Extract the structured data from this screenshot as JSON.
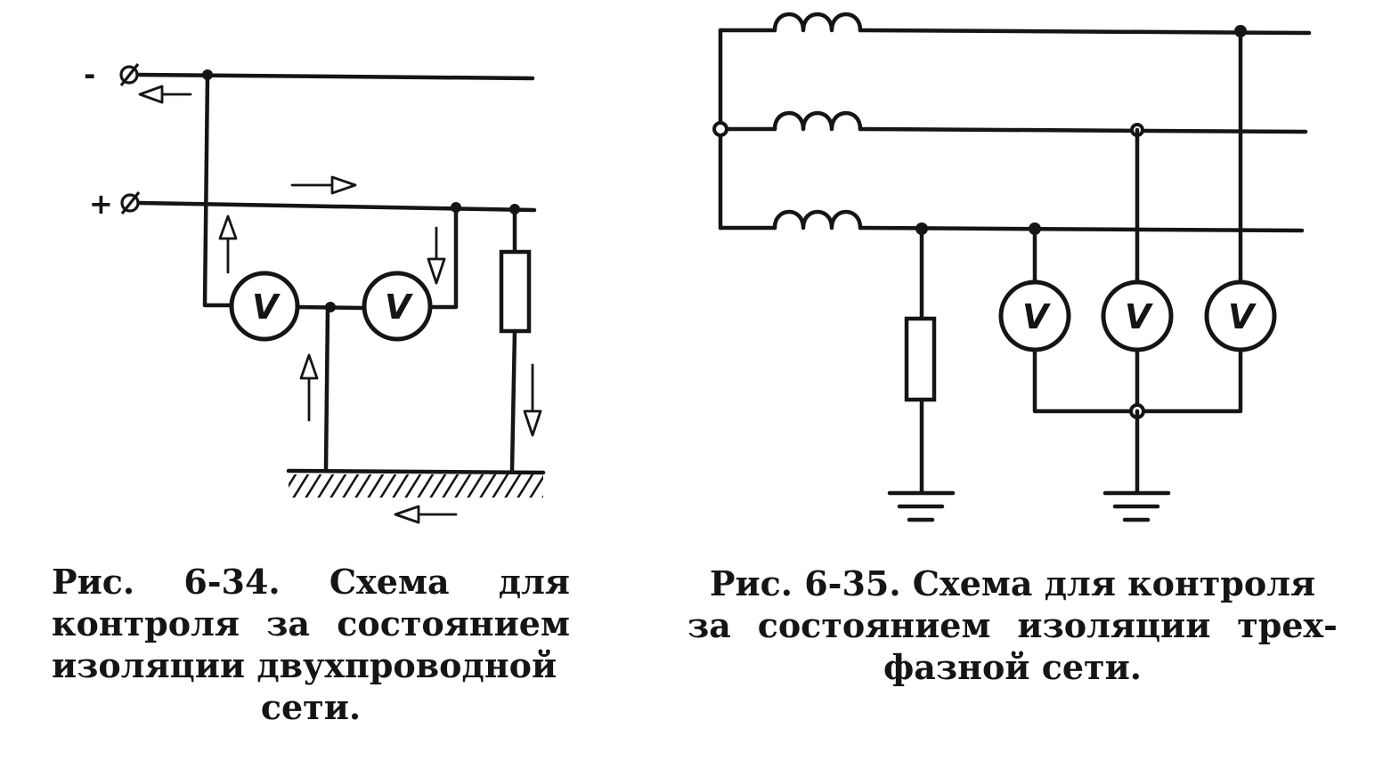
{
  "fig_6_34": {
    "terminals": {
      "minus": "-",
      "plus": "+"
    },
    "voltmeter_letter": "V",
    "caption": {
      "line1_words": [
        "Рис.",
        "6-34.",
        "Схема",
        "для"
      ],
      "line2_words": [
        "контроля",
        "за",
        "состоянием"
      ],
      "line3": "изоляции двухпроводной",
      "line4": "сети."
    }
  },
  "fig_6_35": {
    "voltmeter_letter": "V",
    "caption": {
      "line1": "Рис. 6-35. Схема для контроля",
      "line2_words": [
        "за",
        "состоянием",
        "изоляции",
        "трех-"
      ],
      "line3": "фазной сети."
    }
  }
}
